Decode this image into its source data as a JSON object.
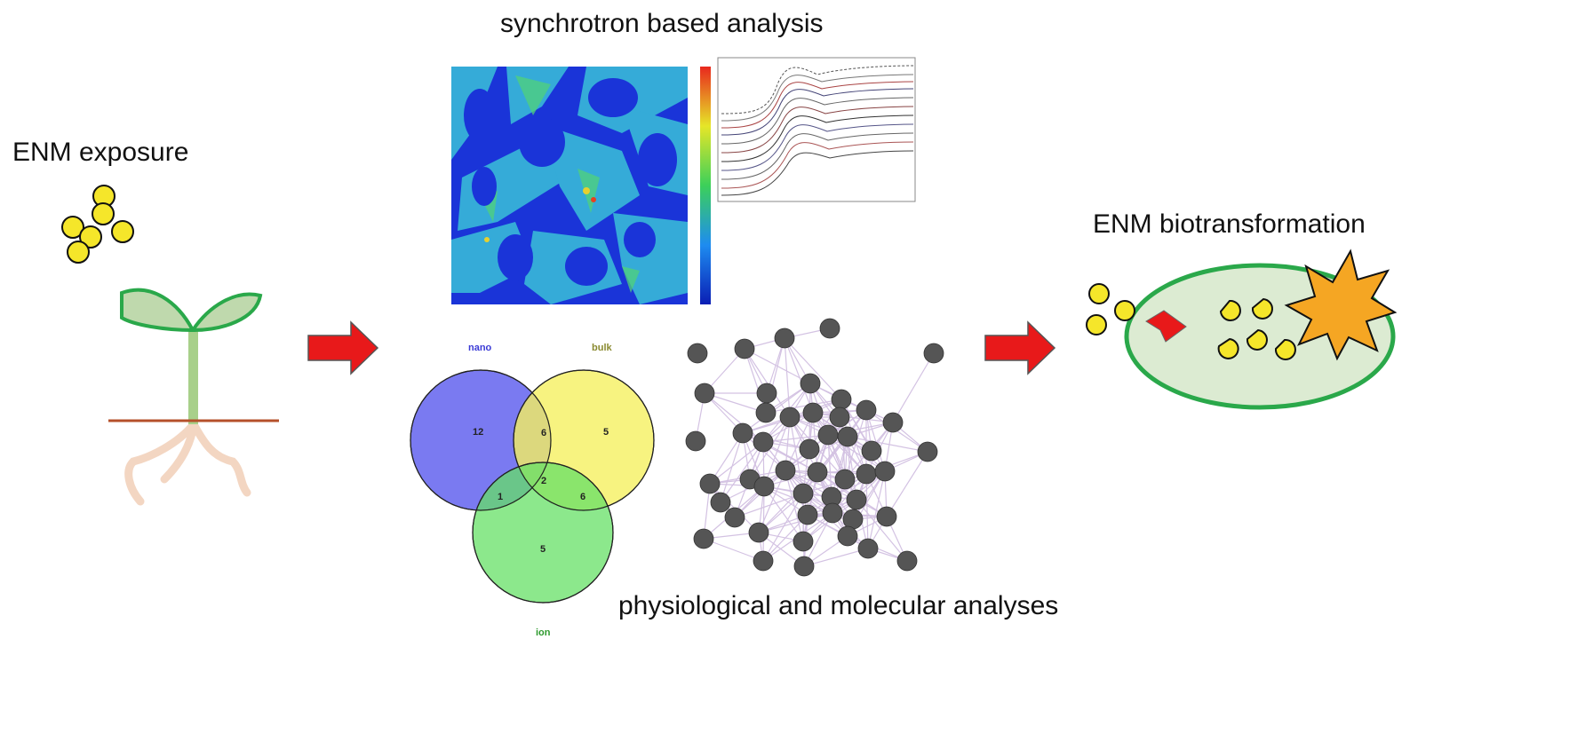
{
  "labels": {
    "exposure": "ENM exposure",
    "synchrotron": "synchrotron based analysis",
    "biotransformation": "ENM biotransformation",
    "physiological": "physiological and molecular analyses"
  },
  "venn": {
    "sets": [
      "nano",
      "bulk",
      "ion"
    ],
    "set_colors": [
      "#3b3bd6",
      "#8a8a30",
      "#2e9a2e"
    ],
    "regions": {
      "nano_only": "12",
      "bulk_only": "5",
      "ion_only": "5",
      "nano_bulk": "6",
      "nano_ion": "1",
      "bulk_ion": "6",
      "all_three": "2"
    }
  },
  "colors": {
    "arrow": "#e8191a",
    "particle": "#f5e62a",
    "cell_fill": "#dcebd2",
    "cell_border": "#2aa84a",
    "explosion": "#f5a623",
    "node": "#555555"
  }
}
